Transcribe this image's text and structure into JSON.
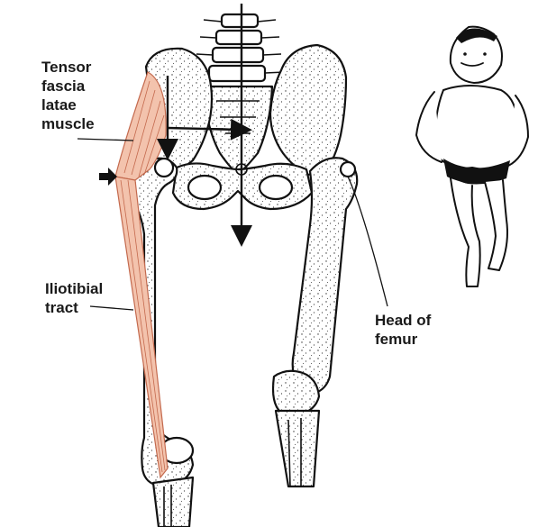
{
  "labels": {
    "tensor_line1": "Tensor",
    "tensor_line2": "fascia",
    "tensor_line3": "latae",
    "tensor_line4": "muscle",
    "iliotibial_line1": "Iliotibial",
    "iliotibial_line2": "tract",
    "head_line1": "Head of",
    "head_line2": "femur"
  },
  "colors": {
    "muscle": "#f3c3ad",
    "muscle_outline": "#c46a4e",
    "ink": "#111111"
  }
}
